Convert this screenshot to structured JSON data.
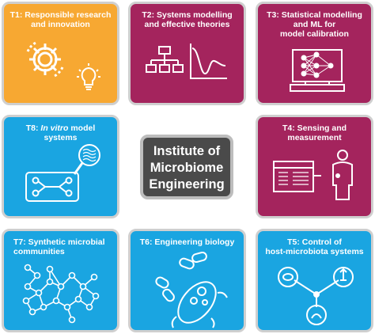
{
  "colors": {
    "orange": "#f7a832",
    "purple": "#a4245d",
    "blue": "#1aa5e1",
    "center": "#4a4a4a"
  },
  "center": {
    "line1": "Institute of",
    "line2": "Microbiome",
    "line3": "Engineering"
  },
  "tiles": {
    "t1": {
      "line1": "T1: Responsible research",
      "line2": "and innovation",
      "icons": [
        "gear-icon",
        "lightbulb-icon"
      ]
    },
    "t2": {
      "line1": "T2: Systems modelling",
      "line2": "and effective theories",
      "icons": [
        "flowchart-icon",
        "curve-plot-icon"
      ]
    },
    "t3": {
      "line1": "T3: Statistical modelling",
      "line2": "and ML for",
      "line3": "model calibration",
      "icons": [
        "computer-neural-network-icon"
      ]
    },
    "t8": {
      "prefix": "T8: ",
      "italic": "In vitro",
      "suffix": " model",
      "line2": "systems",
      "icons": [
        "microfluidic-chip-icon",
        "magnifier-icon"
      ]
    },
    "t4": {
      "line1": "T4: Sensing and",
      "line2": "measurement",
      "icons": [
        "sensor-window-icon",
        "person-icon"
      ]
    },
    "t7": {
      "line1": "T7: Synthetic microbial",
      "line2": "communities",
      "icons": [
        "network-graph-icon"
      ]
    },
    "t6": {
      "line1": "T6: Engineering biology",
      "icons": [
        "bacteria-icon"
      ]
    },
    "t5": {
      "line1": "T5: Control of",
      "line2": "host-microbiota systems",
      "icons": [
        "host-microbiota-network-icon"
      ]
    }
  }
}
